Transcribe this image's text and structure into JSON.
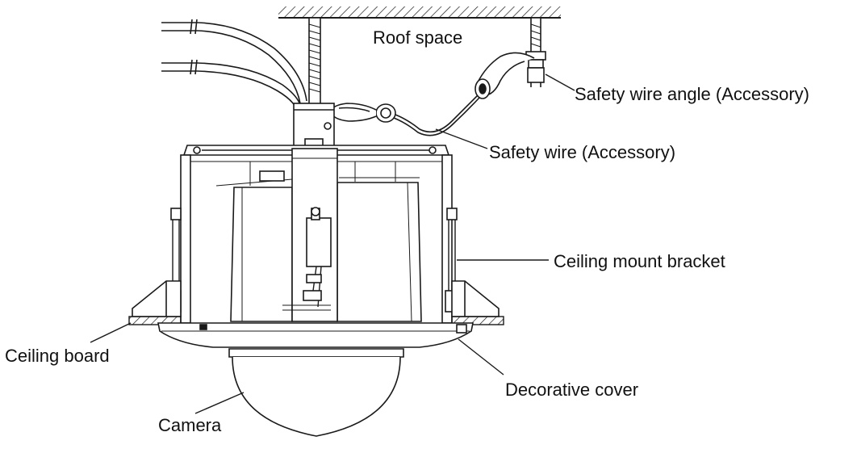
{
  "labels": {
    "roof_space": "Roof space",
    "safety_wire_angle": "Safety wire angle (Accessory)",
    "safety_wire": "Safety wire (Accessory)",
    "ceiling_mount_bracket": "Ceiling mount bracket",
    "ceiling_board": "Ceiling board",
    "decorative_cover": "Decorative cover",
    "camera": "Camera"
  },
  "colors": {
    "line": "#1a1a1a",
    "fill": "#ffffff",
    "shade": "#e6e6e6",
    "text": "#111111"
  }
}
